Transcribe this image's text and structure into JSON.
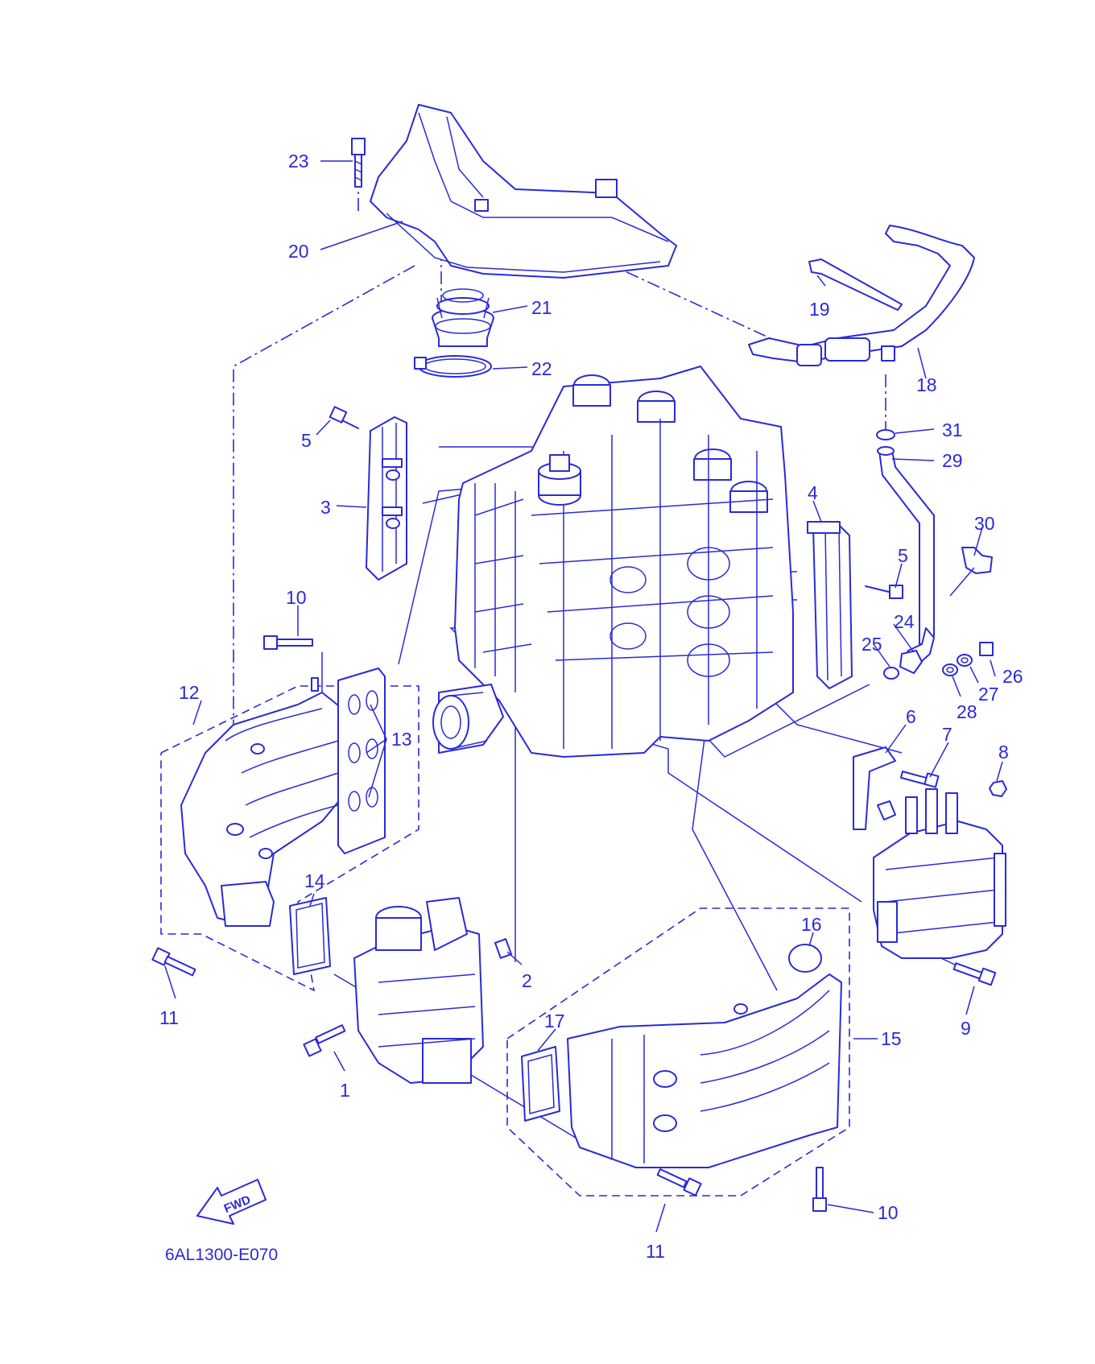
{
  "diagram": {
    "code": "6AL1300-E070",
    "fwd_label": "FWD",
    "color": "#2a2ad8",
    "callouts": {
      "c1": "1",
      "c2": "2",
      "c3": "3",
      "c4": "4",
      "c5a": "5",
      "c5b": "5",
      "c6": "6",
      "c7": "7",
      "c8": "8",
      "c9": "9",
      "c10a": "10",
      "c10b": "10",
      "c11a": "11",
      "c11b": "11",
      "c12": "12",
      "c13": "13",
      "c14": "14",
      "c15": "15",
      "c16": "16",
      "c17": "17",
      "c18": "18",
      "c19": "19",
      "c20": "20",
      "c21": "21",
      "c22": "22",
      "c23": "23",
      "c24": "24",
      "c25": "25",
      "c26": "26",
      "c27": "27",
      "c28": "28",
      "c29": "29",
      "c30": "30",
      "c31": "31"
    }
  }
}
